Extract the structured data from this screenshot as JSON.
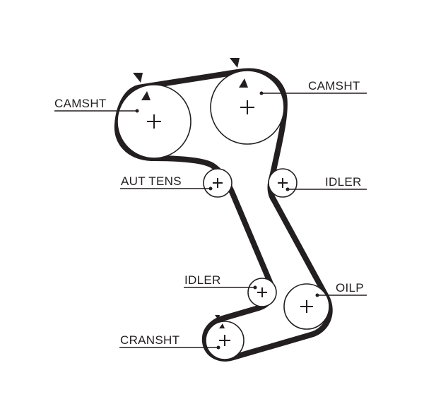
{
  "labels": {
    "camshaft_left": "CAMSHT",
    "camshaft_right": "CAMSHT",
    "auto_tensioner": "AUT TENS",
    "idler_upper": "IDLER",
    "idler_lower": "IDLER",
    "oil_pump": "OILP",
    "crankshaft": "CRANSHT"
  },
  "colors": {
    "ink": "#231f20",
    "background": "#ffffff"
  }
}
